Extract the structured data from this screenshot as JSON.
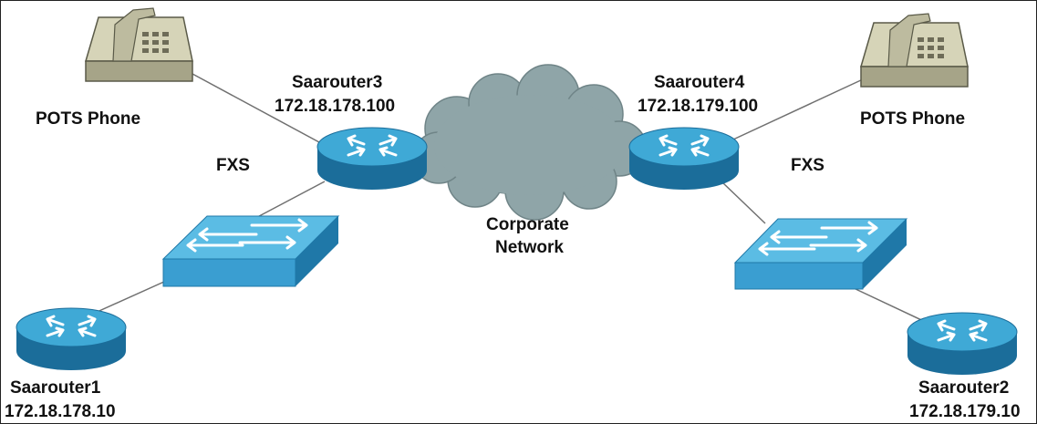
{
  "diagram": {
    "routers": [
      {
        "id": "saarouter1",
        "name": "Saarouter1",
        "ip": "172.18.178.10"
      },
      {
        "id": "saarouter2",
        "name": "Saarouter2",
        "ip": "172.18.179.10"
      },
      {
        "id": "saarouter3",
        "name": "Saarouter3",
        "ip": "172.18.178.100"
      },
      {
        "id": "saarouter4",
        "name": "Saarouter4",
        "ip": "172.18.179.100"
      }
    ],
    "phones": [
      {
        "id": "phone-left",
        "label": "POTS Phone"
      },
      {
        "id": "phone-right",
        "label": "POTS Phone"
      }
    ],
    "interfaces": [
      {
        "id": "fxs-left",
        "label": "FXS"
      },
      {
        "id": "fxs-right",
        "label": "FXS"
      }
    ],
    "cloud": {
      "line1": "Corporate",
      "line2": "Network"
    },
    "switches": [
      {
        "id": "switch-left"
      },
      {
        "id": "switch-right"
      }
    ],
    "links": [
      [
        "phone-left",
        "saarouter3"
      ],
      [
        "saarouter3",
        "switch-left"
      ],
      [
        "switch-left",
        "saarouter1"
      ],
      [
        "saarouter3",
        "cloud"
      ],
      [
        "cloud",
        "saarouter4"
      ],
      [
        "phone-right",
        "saarouter4"
      ],
      [
        "saarouter4",
        "switch-right"
      ],
      [
        "switch-right",
        "saarouter2"
      ]
    ],
    "colors": {
      "router_top": "#3fa9d6",
      "router_side": "#1b6d9a",
      "switch_top": "#5bbce4",
      "switch_side": "#1f78a8",
      "cloud": "#8fa5a8",
      "phone": "#c3c1a3",
      "link": "#707070"
    }
  }
}
